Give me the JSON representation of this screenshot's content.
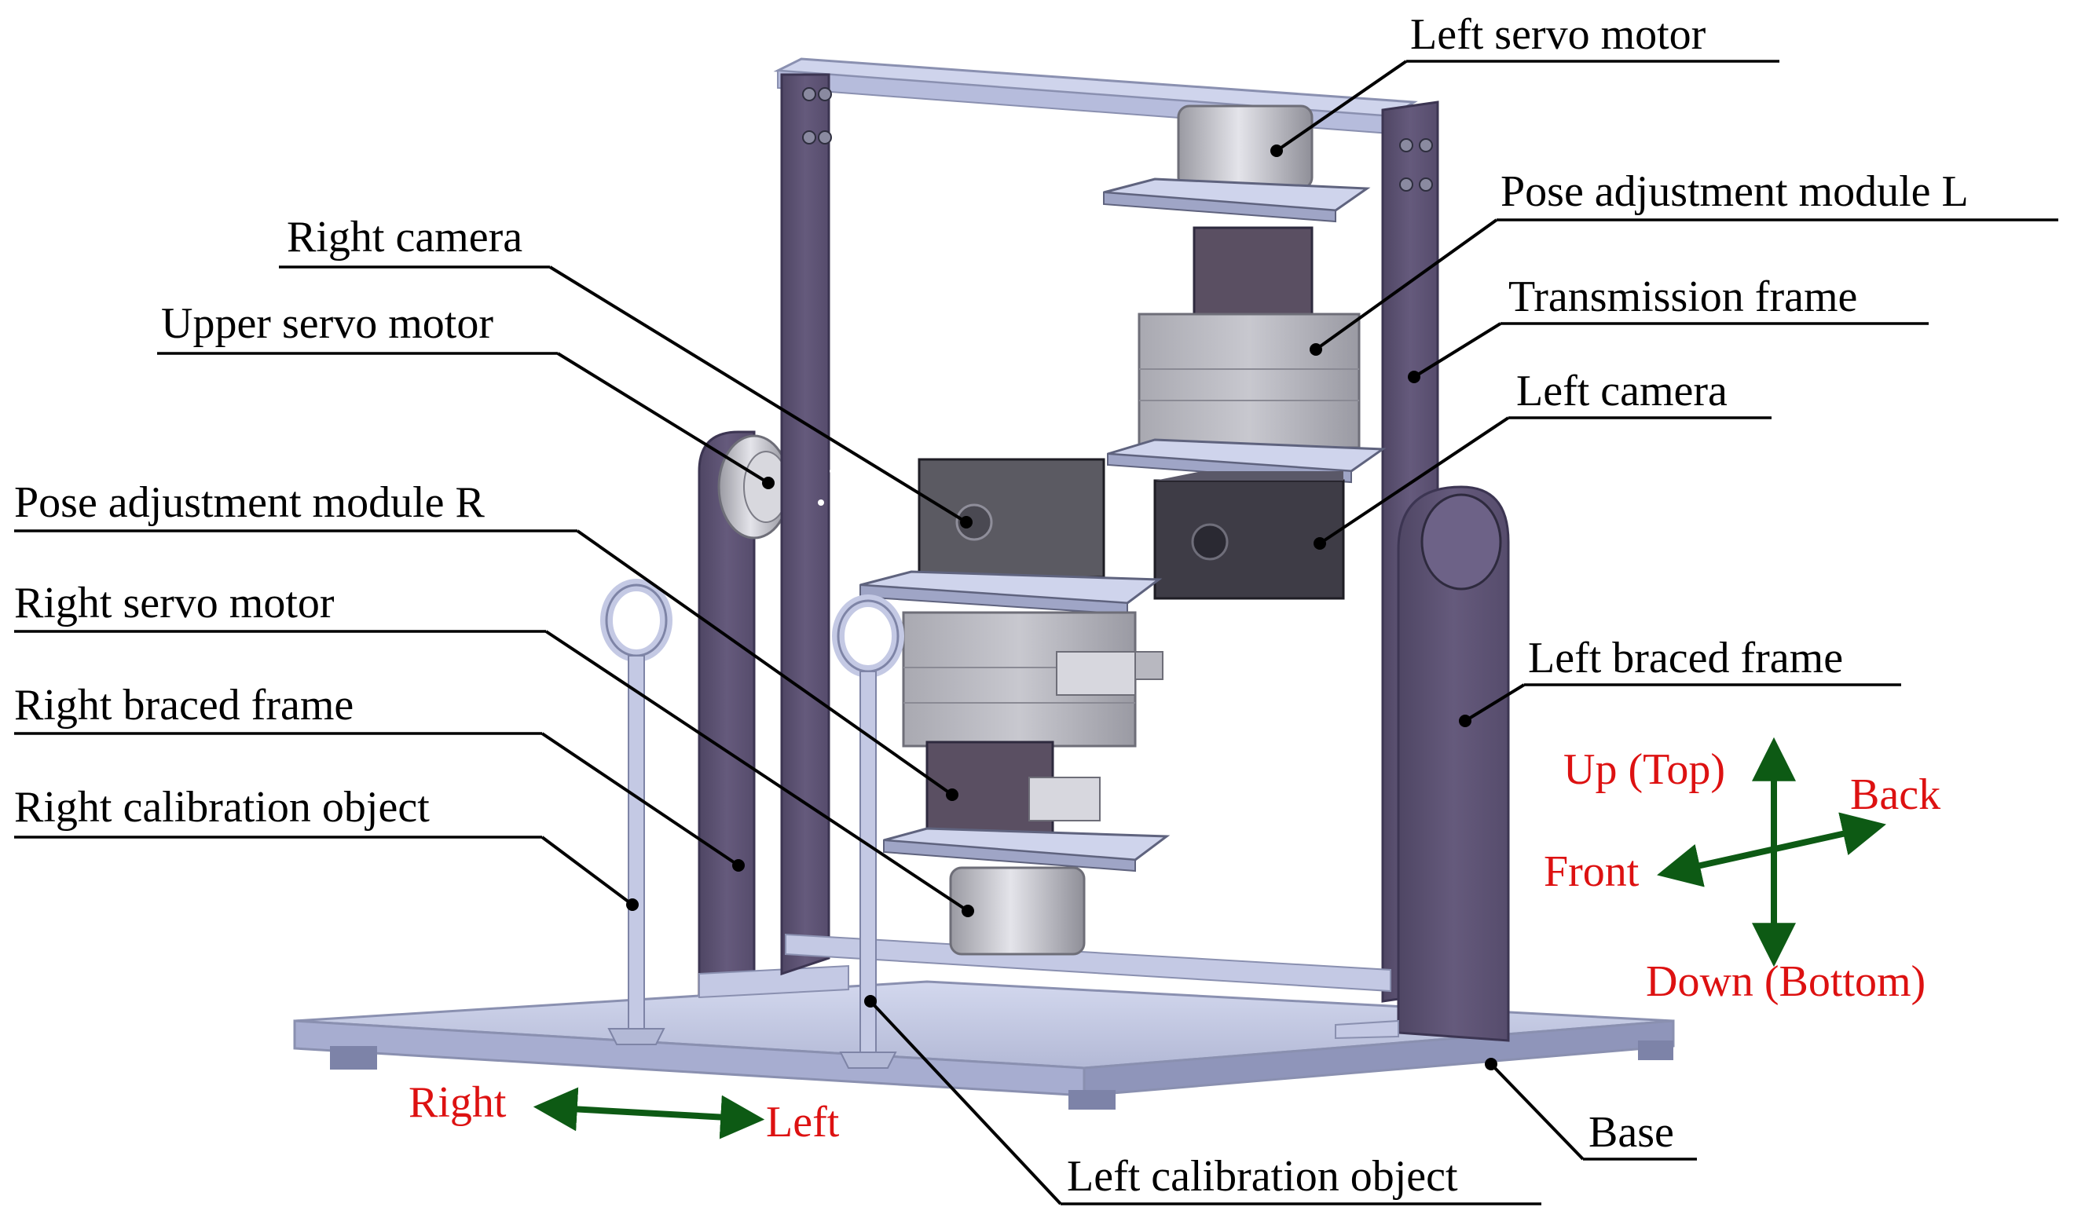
{
  "labels": {
    "left_servo_motor": "Left servo motor",
    "pose_adjustment_module_l": "Pose adjustment module L",
    "right_camera": "Right camera",
    "transmission_frame": "Transmission frame",
    "upper_servo_motor": "Upper servo motor",
    "left_camera": "Left camera",
    "pose_adjustment_module_r": "Pose adjustment module R",
    "right_servo_motor": "Right servo motor",
    "left_braced_frame": "Left braced frame",
    "right_braced_frame": "Right braced frame",
    "right_calibration_object": "Right calibration object",
    "left_calibration_object": "Left calibration object",
    "base": "Base"
  },
  "directions": {
    "up": "Up (Top)",
    "down": "Down (Bottom)",
    "back": "Back",
    "front": "Front",
    "right": "Right",
    "left": "Left"
  },
  "colors": {
    "label_text": "#000000",
    "direction_text": "#dd1111",
    "direction_arrow": "#0d5a14",
    "frame_purple": "#5f5475",
    "base_blue": "#c7cde6",
    "camera_dark": "#3e3c46",
    "module_gray": "#bdbdc4",
    "servo_silver": "#c9c9cf"
  }
}
